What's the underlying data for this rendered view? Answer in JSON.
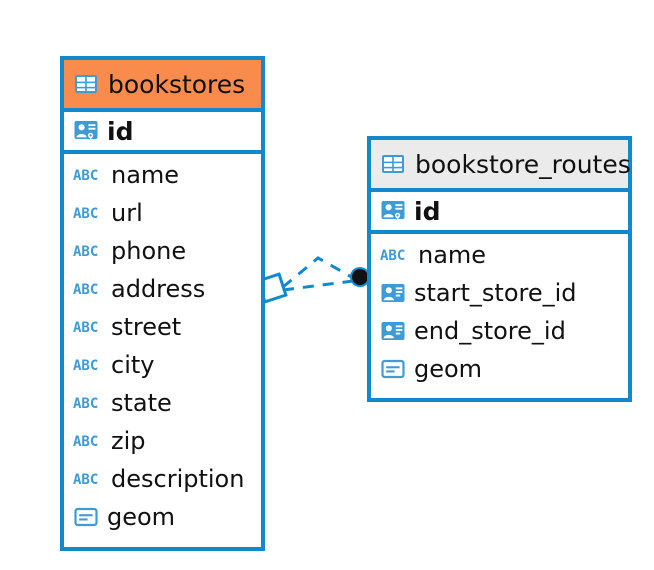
{
  "diagram": {
    "type": "entity-relationship-diagram",
    "background_color": "#FFFFFF",
    "accent_color": "#1189CC",
    "highlight_color": "#F98B4D",
    "neutral_header_color": "#EBEBEB",
    "entities": [
      {
        "name": "bookstores",
        "header_style": "orange",
        "table_icon": "table-icon",
        "primary_key": {
          "label": "id",
          "icon": "primary-key-icon"
        },
        "fields": [
          {
            "label": "name",
            "icon": "text-type-icon"
          },
          {
            "label": "url",
            "icon": "text-type-icon"
          },
          {
            "label": "phone",
            "icon": "text-type-icon"
          },
          {
            "label": "address",
            "icon": "text-type-icon"
          },
          {
            "label": "street",
            "icon": "text-type-icon"
          },
          {
            "label": "city",
            "icon": "text-type-icon"
          },
          {
            "label": "state",
            "icon": "text-type-icon"
          },
          {
            "label": "zip",
            "icon": "text-type-icon"
          },
          {
            "label": "description",
            "icon": "text-type-icon"
          },
          {
            "label": "geom",
            "icon": "geometry-type-icon"
          }
        ]
      },
      {
        "name": "bookstore_routes",
        "header_style": "grey",
        "table_icon": "table-icon",
        "primary_key": {
          "label": "id",
          "icon": "primary-key-icon"
        },
        "fields": [
          {
            "label": "name",
            "icon": "text-type-icon"
          },
          {
            "label": "start_store_id",
            "icon": "foreign-key-icon"
          },
          {
            "label": "end_store_id",
            "icon": "foreign-key-icon"
          },
          {
            "label": "geom",
            "icon": "geometry-type-icon"
          }
        ]
      }
    ],
    "relationship": {
      "source_entity": "bookstores",
      "target_entity": "bookstore_routes",
      "line_style": "dashed",
      "source_marker": "diamond-marker",
      "target_marker": "filled-circle-marker",
      "color": "#1189CC"
    },
    "icon_text": {
      "abc": "ABC"
    }
  }
}
